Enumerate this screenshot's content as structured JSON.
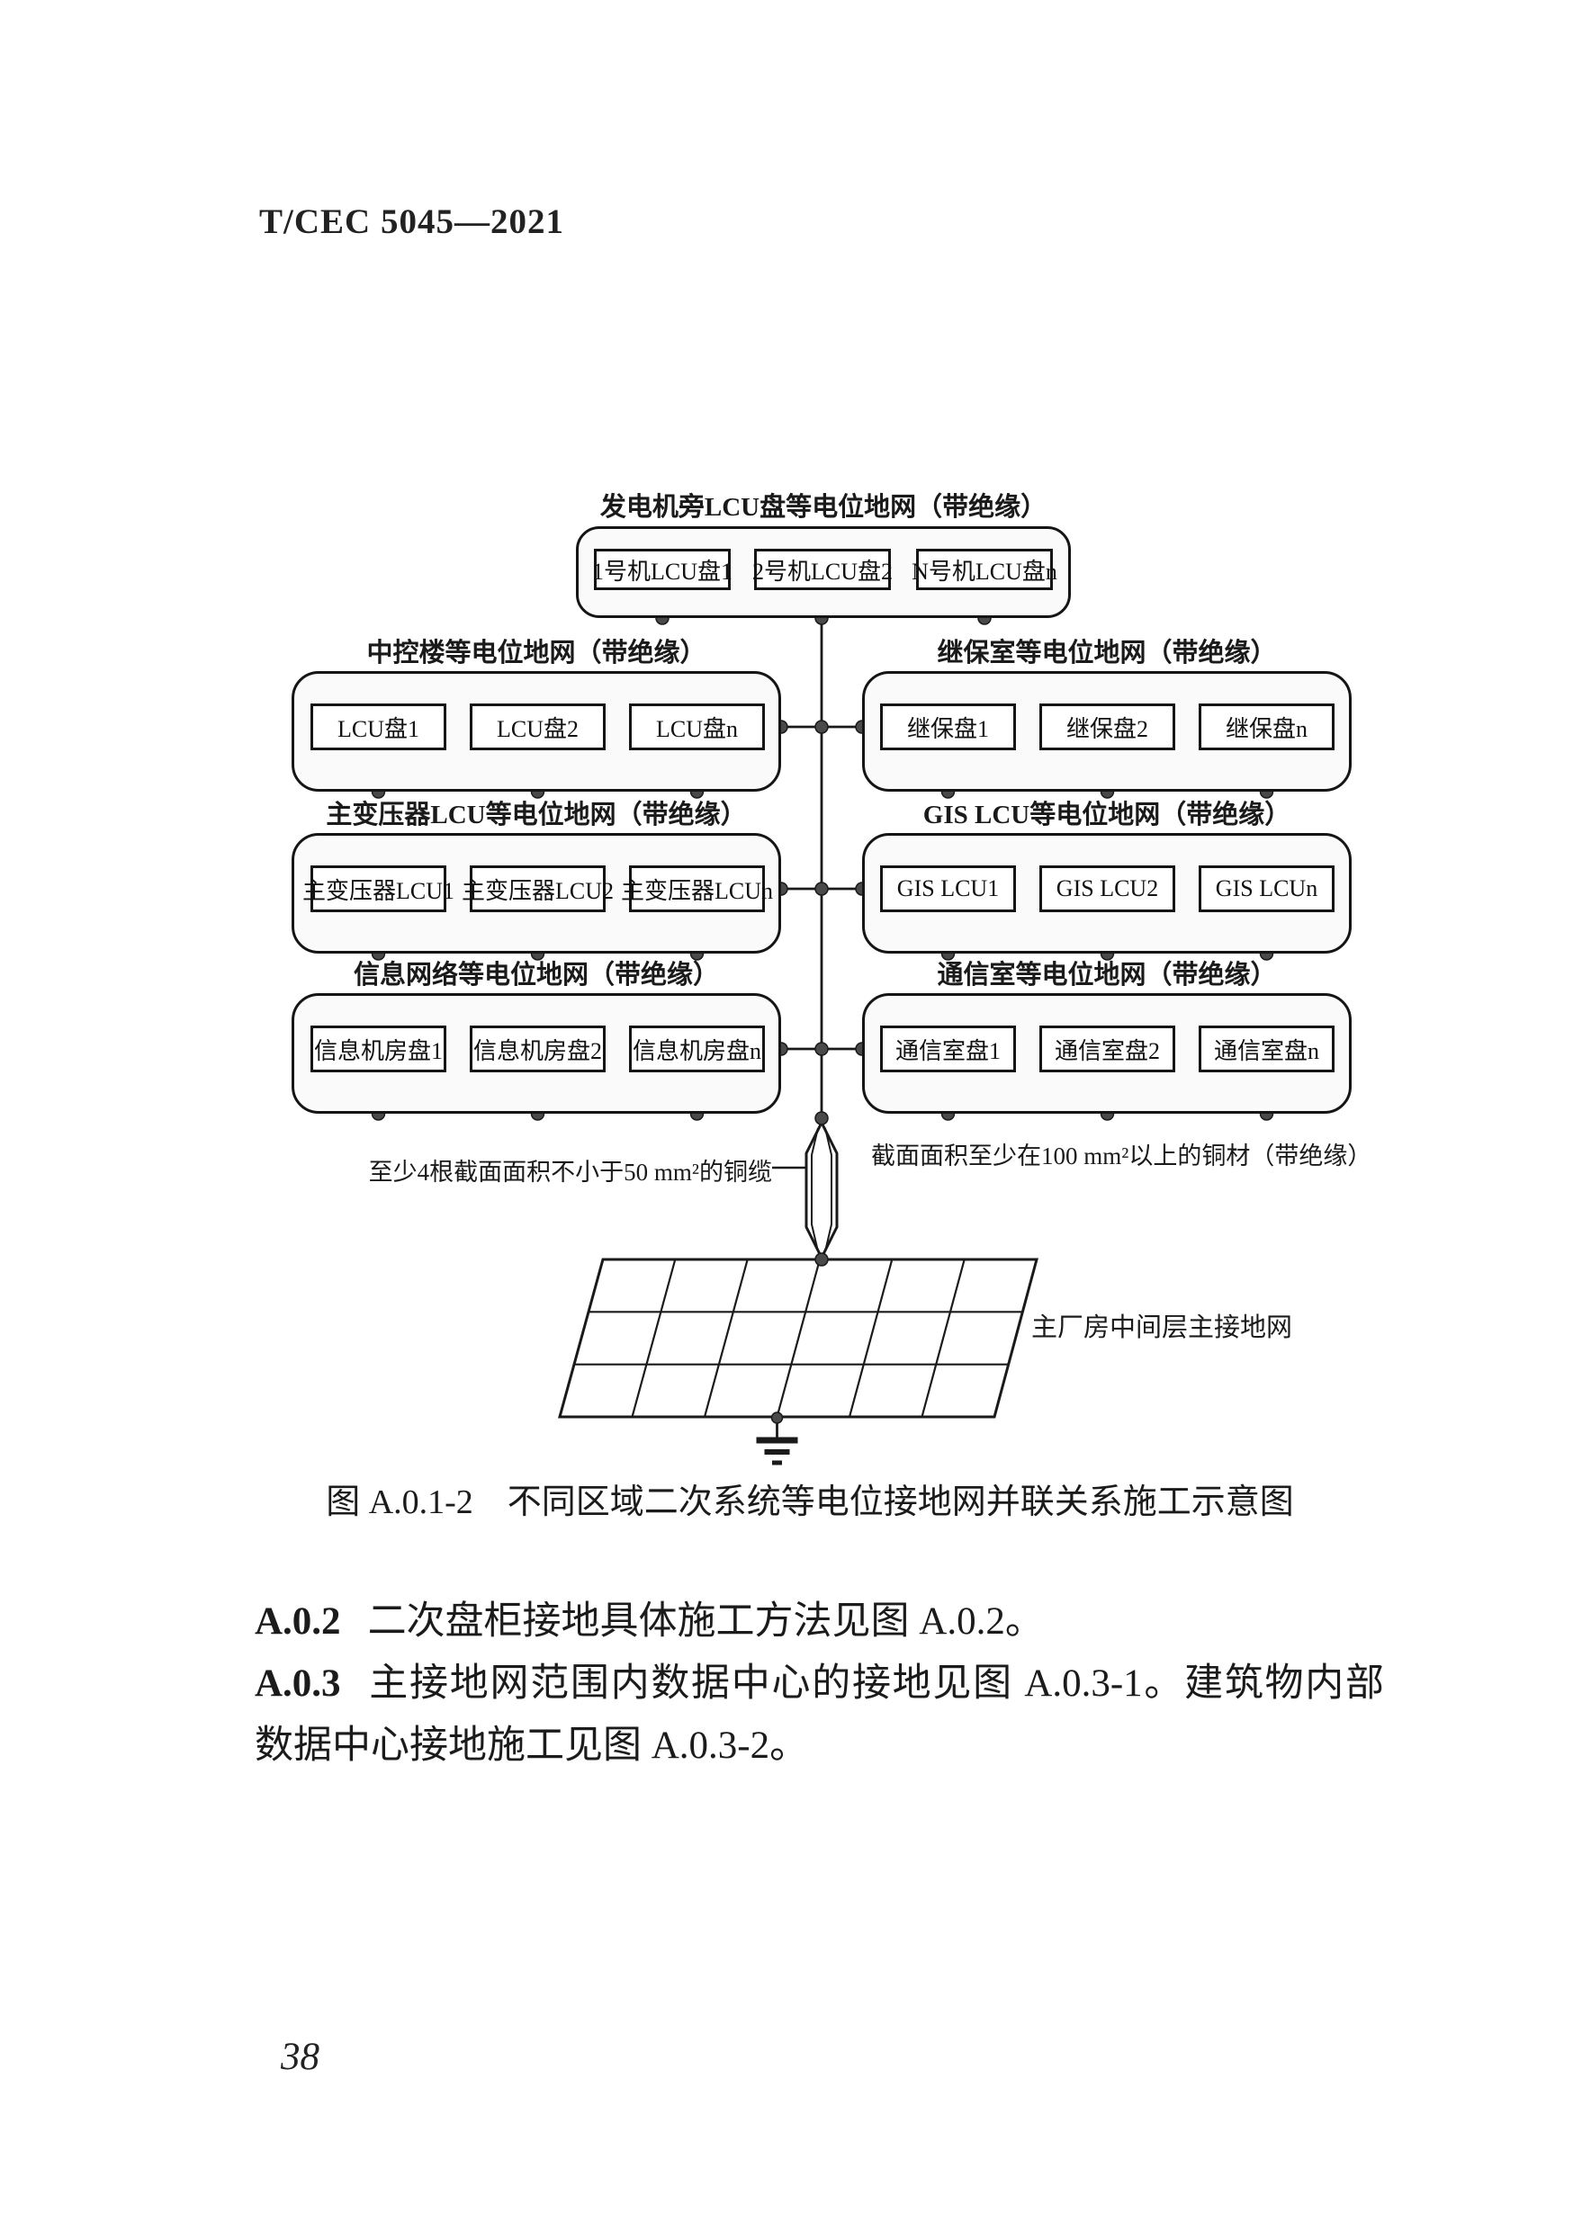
{
  "document": {
    "header": "T/CEC 5045—2021",
    "page_number": "38"
  },
  "figure": {
    "caption": "图 A.0.1-2　不同区域二次系统等电位接地网并联关系施工示意图",
    "groups": [
      {
        "title": "发电机旁LCU盘等电位地网（带绝缘）",
        "boxes": [
          "1号机LCU盘1",
          "2号机LCU盘2",
          "N号机LCU盘n"
        ]
      },
      {
        "title": "中控楼等电位地网（带绝缘）",
        "boxes": [
          "LCU盘1",
          "LCU盘2",
          "LCU盘n"
        ]
      },
      {
        "title": "继保室等电位地网（带绝缘）",
        "boxes": [
          "继保盘1",
          "继保盘2",
          "继保盘n"
        ]
      },
      {
        "title": "主变压器LCU等电位地网（带绝缘）",
        "boxes": [
          "主变压器LCU1",
          "主变压器LCU2",
          "主变压器LCUn"
        ]
      },
      {
        "title": "GIS LCU等电位地网（带绝缘）",
        "boxes": [
          "GIS LCU1",
          "GIS LCU2",
          "GIS LCUn"
        ]
      },
      {
        "title": "信息网络等电位地网（带绝缘）",
        "boxes": [
          "信息机房盘1",
          "信息机房盘2",
          "信息机房盘n"
        ]
      },
      {
        "title": "通信室等电位地网（带绝缘）",
        "boxes": [
          "通信室盘1",
          "通信室盘2",
          "通信室盘n"
        ]
      }
    ],
    "labels": {
      "cable_left": "至少4根截面面积不小于50 mm²的铜缆",
      "cable_right": "截面面积至少在100 mm²以上的铜材（带绝缘）",
      "grid_label": "主厂房中间层主接地网"
    }
  },
  "paragraphs": [
    {
      "label": "A.0.2",
      "text": "二次盘柜接地具体施工方法见图 A.0.2。"
    },
    {
      "label": "A.0.3",
      "text": "主接地网范围内数据中心的接地见图 A.0.3-1。建筑物内部数据中心接地施工见图 A.0.3-2。"
    }
  ]
}
